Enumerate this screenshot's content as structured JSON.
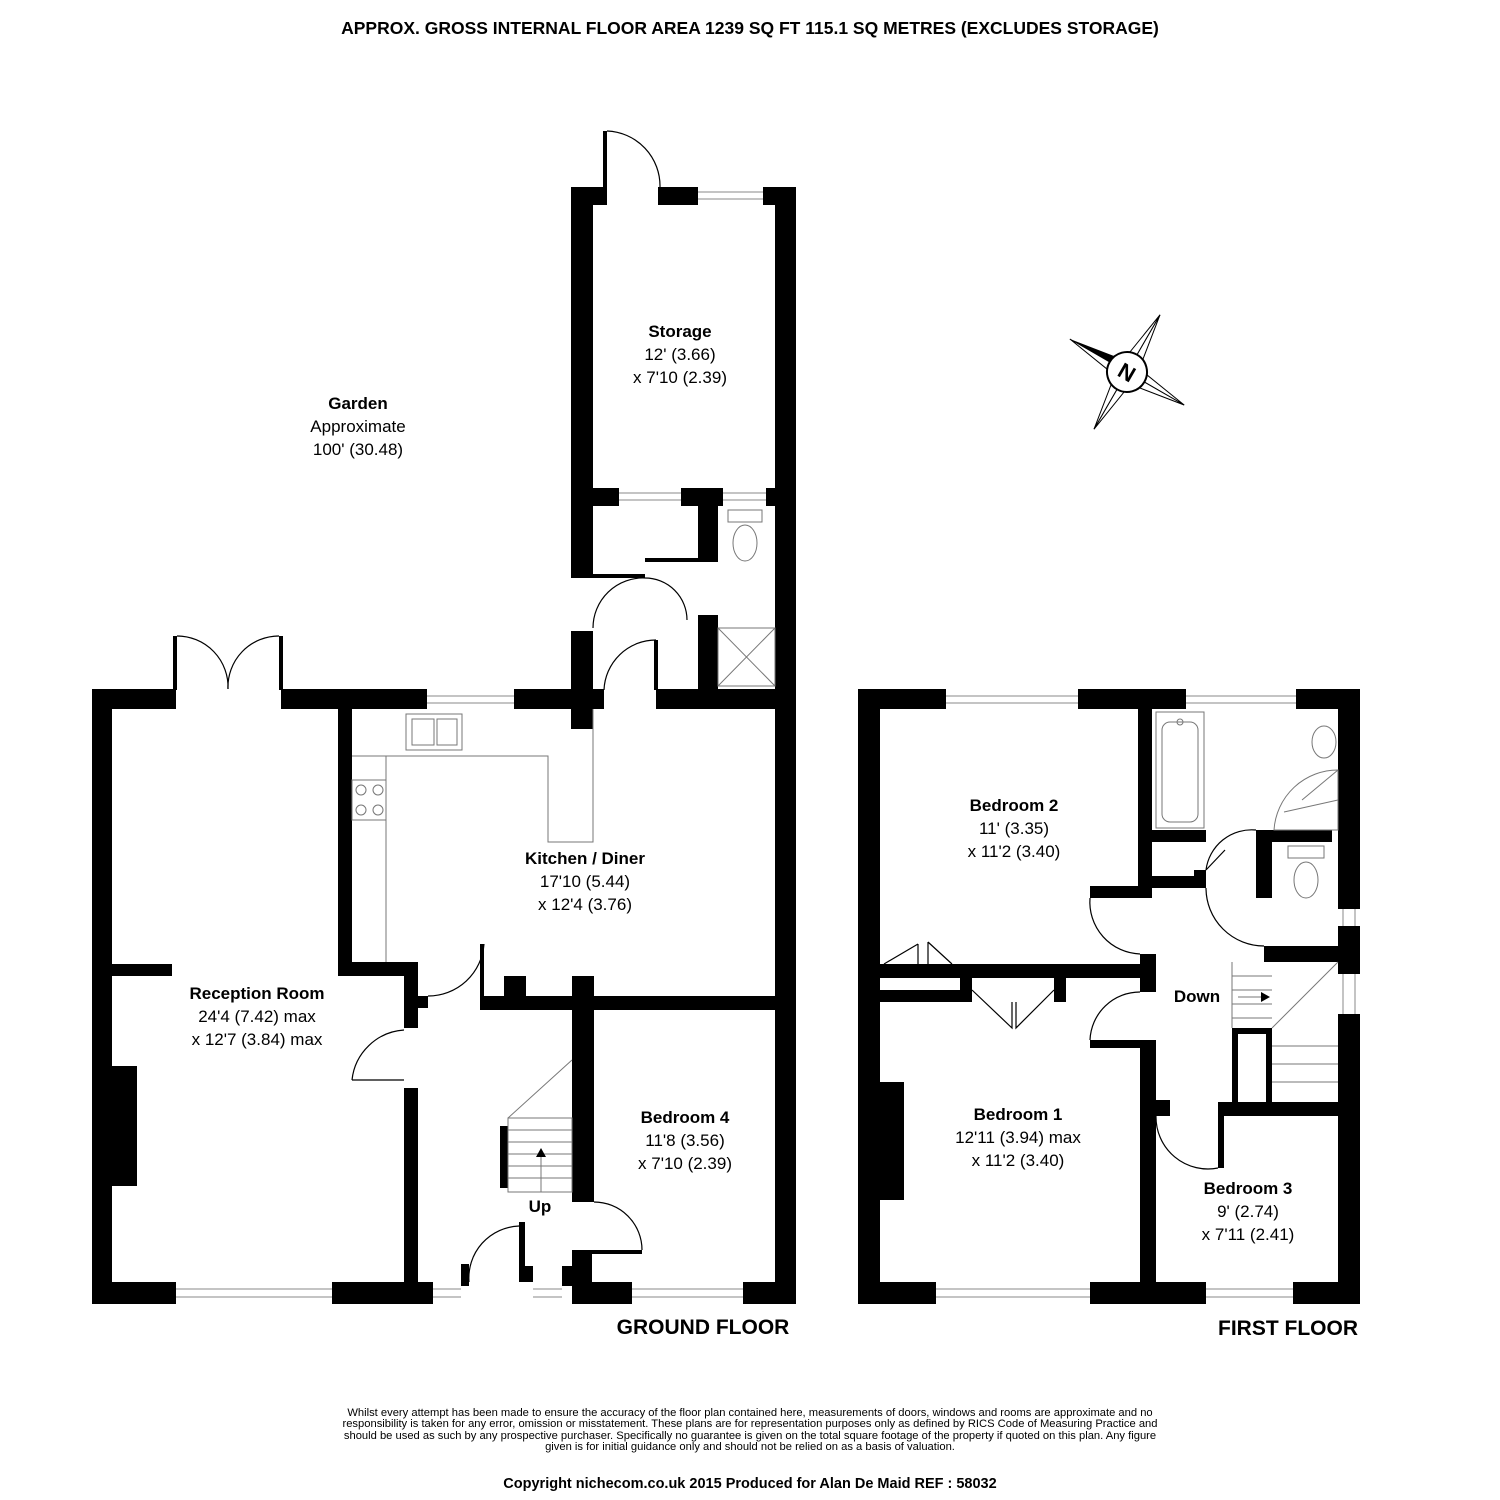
{
  "header": {
    "title": "APPROX. GROSS INTERNAL FLOOR AREA 1239  SQ FT 115.1 SQ METRES (EXCLUDES STORAGE)"
  },
  "garden": {
    "name": "Garden",
    "line1": "Approximate",
    "line2": "100' (30.48)"
  },
  "rooms": {
    "storage": {
      "name": "Storage",
      "dim1": "12' (3.66)",
      "dim2": "x 7'10 (2.39)"
    },
    "kitchen": {
      "name": "Kitchen / Diner",
      "dim1": "17'10 (5.44)",
      "dim2": "x 12'4 (3.76)"
    },
    "reception": {
      "name": "Reception Room",
      "dim1": "24'4 (7.42) max",
      "dim2": "x 12'7 (3.84) max"
    },
    "bedroom4": {
      "name": "Bedroom 4",
      "dim1": "11'8 (3.56)",
      "dim2": "x 7'10 (2.39)"
    },
    "bedroom2": {
      "name": "Bedroom 2",
      "dim1": "11' (3.35)",
      "dim2": "x 11'2 (3.40)"
    },
    "bedroom1": {
      "name": "Bedroom 1",
      "dim1": "12'11 (3.94) max",
      "dim2": "x 11'2 (3.40)"
    },
    "bedroom3": {
      "name": "Bedroom 3",
      "dim1": "9' (2.74)",
      "dim2": "x 7'11 (2.41)"
    }
  },
  "stairs": {
    "up": "Up",
    "down": "Down"
  },
  "floors": {
    "ground": "GROUND FLOOR",
    "first": "FIRST FLOOR"
  },
  "compass": {
    "letter": "N"
  },
  "footer": {
    "disclaimer": "Whilst every attempt has been made to ensure the accuracy of the floor plan contained here, measurements of doors, windows and rooms are approximate and no responsibility is taken for any error, omission or misstatement. These plans are for representation purposes only as defined by RICS Code of Measuring Practice and should be used as such by any prospective purchaser. Specifically no guarantee is given on the total square footage of the property if quoted on this plan. Any figure given is for initial guidance only and should not be relied on as a basis of valuation.",
    "copyright": "Copyright nichecom.co.uk 2015    Produced for Alan De Maid   REF :  58032"
  }
}
